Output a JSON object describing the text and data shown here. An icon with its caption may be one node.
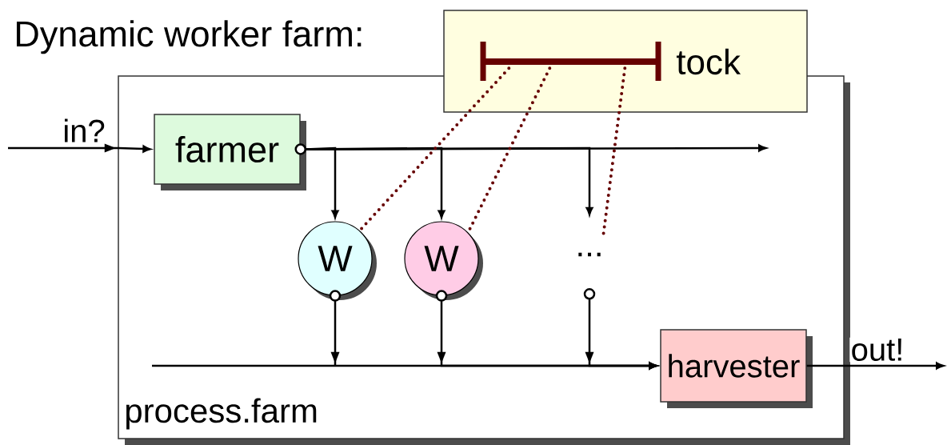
{
  "diagram": {
    "title": "Dynamic worker farm:",
    "nodes": [
      {
        "text": [
          "process.farm"
        ]
      },
      {
        "text": [
          "farmer"
        ],
        "in": 0
      },
      {
        "text": [
          "W"
        ],
        "in": 0
      },
      {
        "text": [
          "W"
        ],
        "in": 0
      },
      {
        "text": [
          "..."
        ],
        "in": 0
      },
      {
        "text": [
          "harvester"
        ],
        "in": 0
      },
      {
        "text": [
          "tock"
        ]
      }
    ],
    "edges": [
      {
        "from": null,
        "to": 1,
        "arrow": "to",
        "label": "in?"
      },
      {
        "from": 1,
        "to": 2,
        "arrow": "to"
      },
      {
        "from": 1,
        "to": 3,
        "arrow": "to"
      },
      {
        "from": 1,
        "to": 4,
        "arrow": "to"
      },
      {
        "from": 1,
        "to": null,
        "arrow": "to"
      },
      {
        "from": 2,
        "to": 5,
        "arrow": "to"
      },
      {
        "from": 3,
        "to": 5,
        "arrow": "to"
      },
      {
        "from": 4,
        "to": 5,
        "arrow": "to"
      },
      {
        "from": 5,
        "to": null,
        "arrow": "to",
        "label": "out!"
      },
      {
        "from": 6,
        "to": 2,
        "arrow": "none",
        "style": "dashed",
        "color": "#660000"
      },
      {
        "from": 6,
        "to": 3,
        "arrow": "none",
        "style": "dashed",
        "color": "#660000"
      },
      {
        "from": 6,
        "to": 4,
        "arrow": "none",
        "style": "dashed",
        "color": "#660000"
      }
    ]
  }
}
